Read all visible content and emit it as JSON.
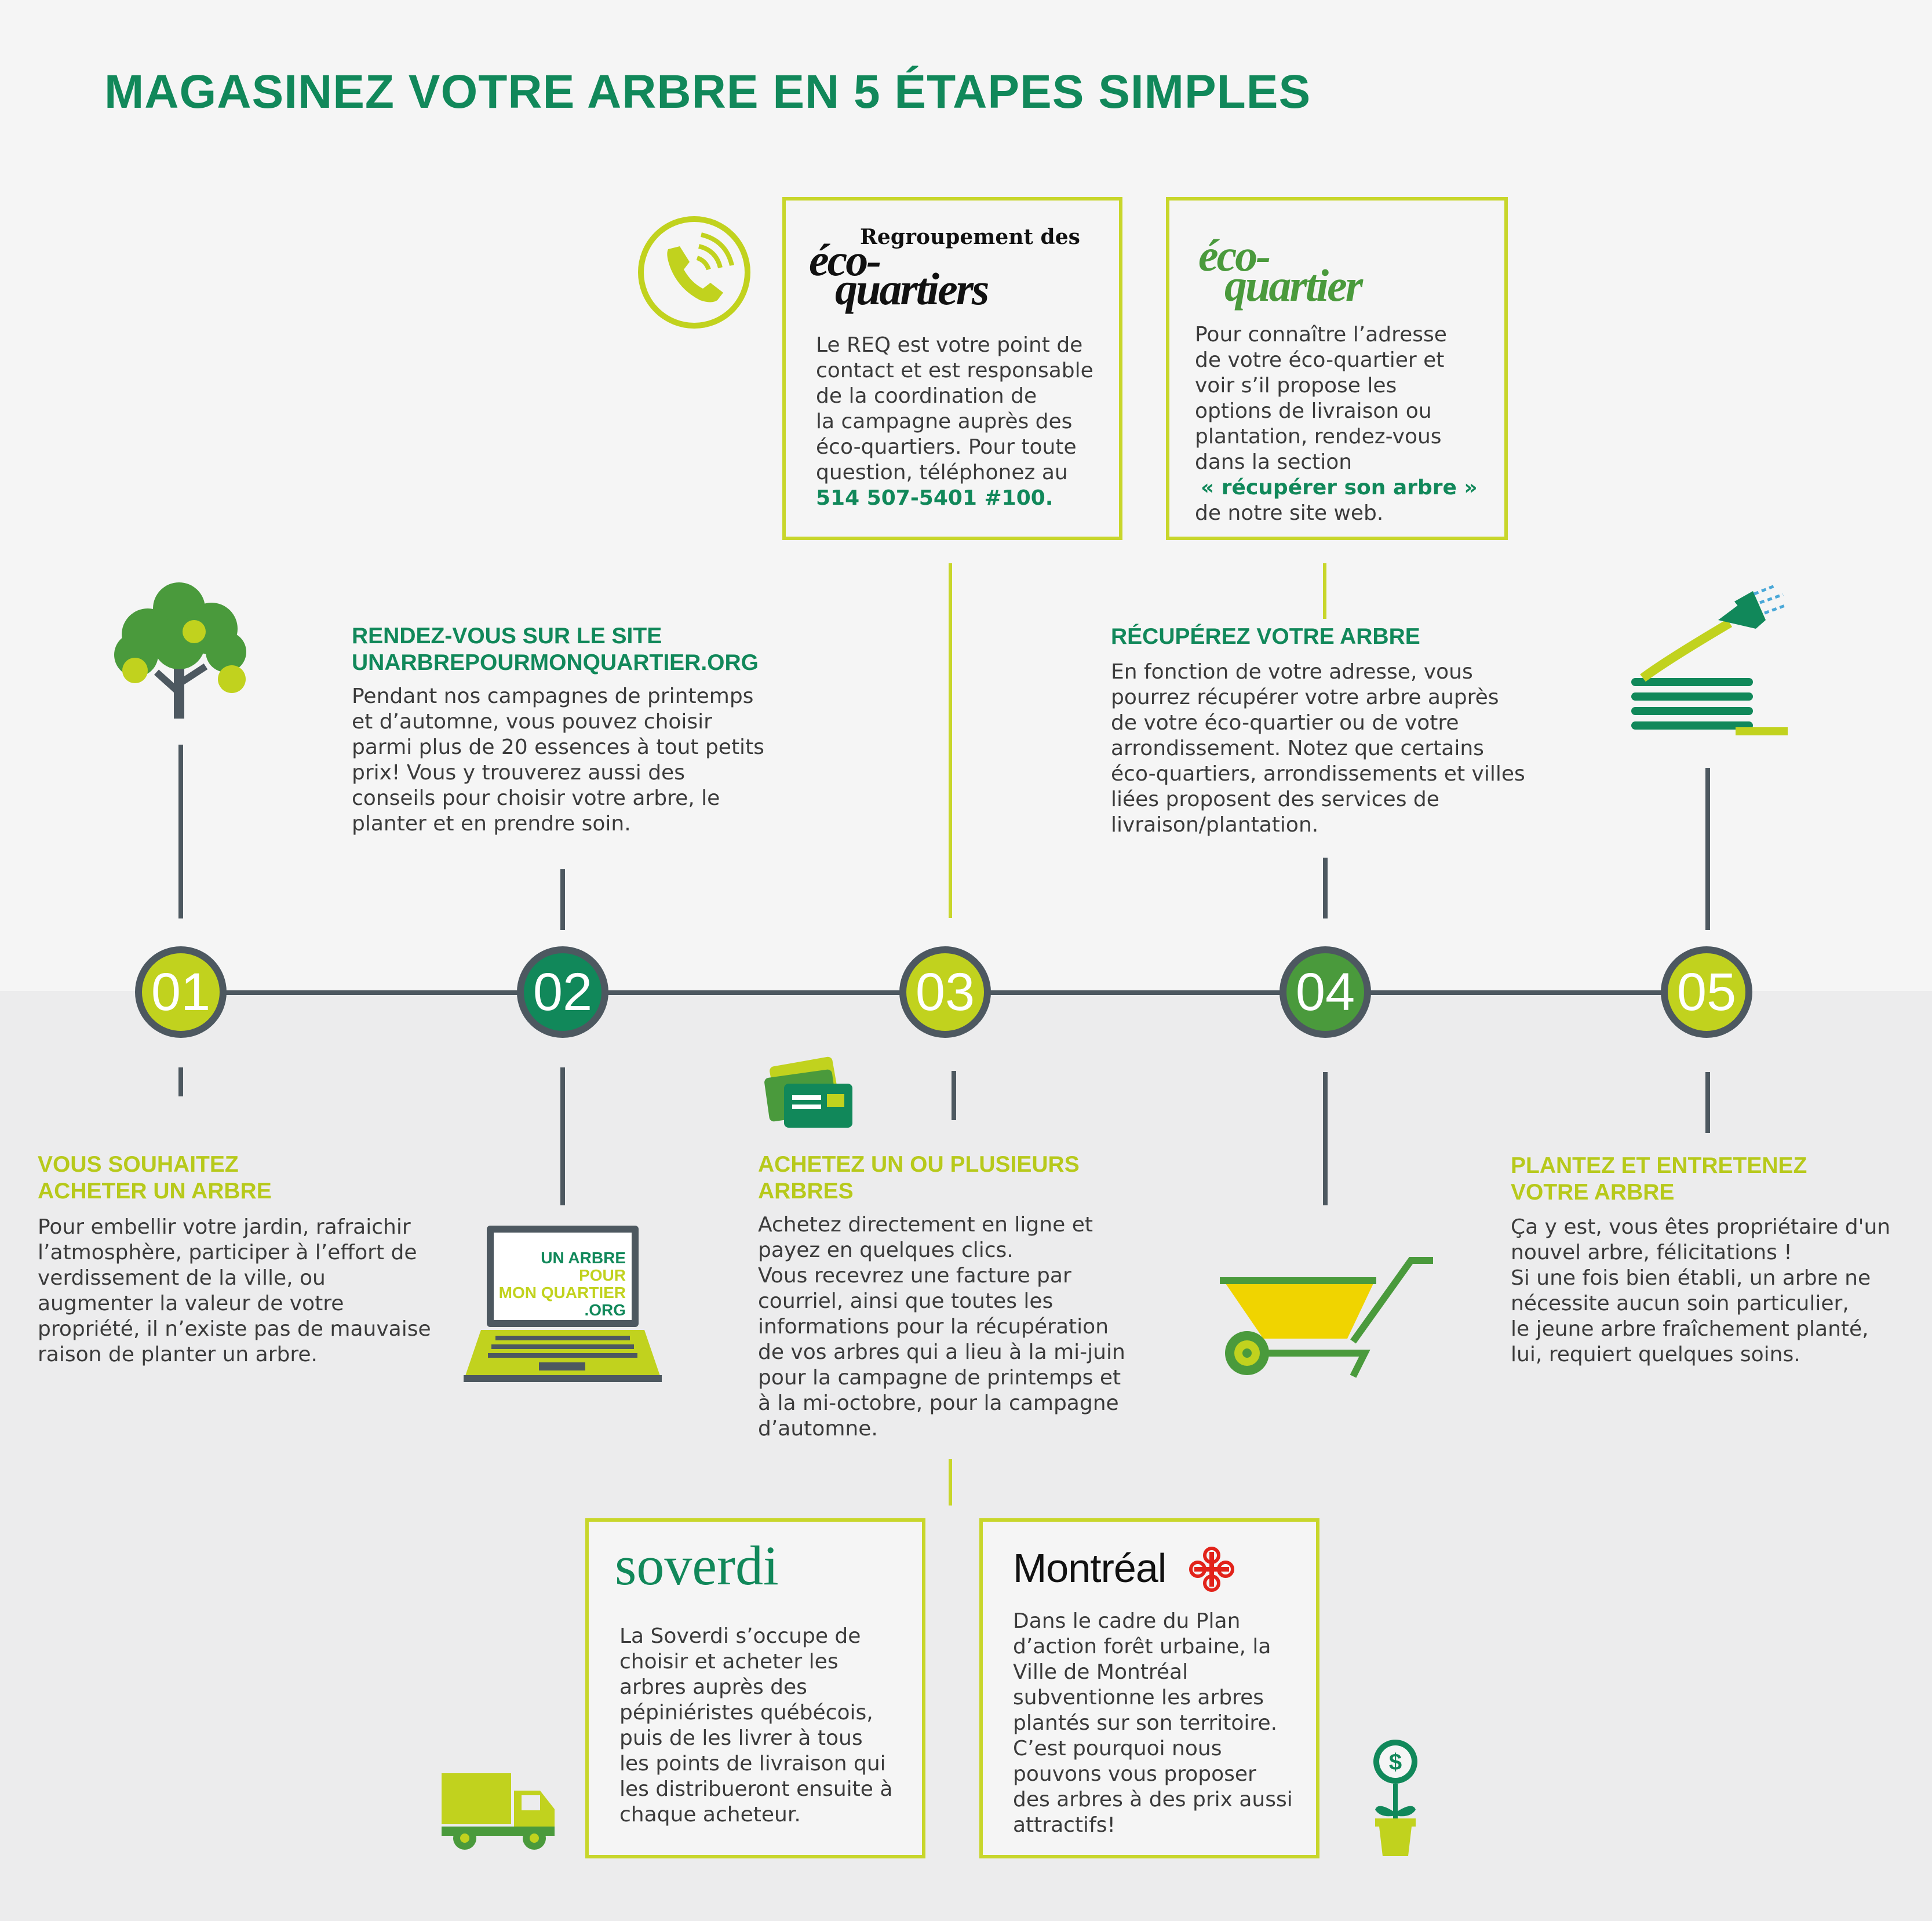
{
  "title": "MAGASINEZ VOTRE ARBRE EN 5 ÉTAPES SIMPLES",
  "colors": {
    "green": "#11885a",
    "lime": "#c1d21e",
    "slate": "#4d5860",
    "dark_green": "#4a9a3c"
  },
  "steps": [
    {
      "number": "01",
      "heading": [
        "VOUS SOUHAITEZ",
        "ACHETER UN ARBRE"
      ],
      "text": [
        "Pour embellir votre jardin, rafraichir",
        "l’atmosphère, participer à l’effort de",
        "verdissement de la ville, ou",
        "augmenter la valeur de votre",
        "propriété, il n’existe pas de mauvaise",
        "raison de planter un arbre."
      ],
      "icon": "apple-tree-icon"
    },
    {
      "number": "02",
      "heading": [
        "RENDEZ-VOUS SUR LE SITE",
        "UNARBREPOURMONQUARTIER.ORG"
      ],
      "text": [
        "Pendant nos campagnes de printemps",
        "et d’automne, vous pouvez choisir",
        "parmi plus de 20 essences à tout petits",
        "prix! Vous y trouverez aussi des",
        "conseils pour choisir votre arbre, le",
        "planter et en prendre soin."
      ],
      "icon": "laptop-icon",
      "laptop_screen": [
        "UN ARBRE",
        "POUR",
        "MON QUARTIER",
        ".ORG"
      ]
    },
    {
      "number": "03",
      "heading": [
        "ACHETEZ UN OU PLUSIEURS",
        "ARBRES"
      ],
      "text": [
        "Achetez directement en ligne et",
        "payez en quelques clics.",
        "Vous recevrez une facture par",
        "courriel, ainsi que toutes les",
        "informations pour la récupération",
        "de vos arbres qui a lieu à la mi-juin",
        "pour la campagne de printemps et",
        "à la mi-octobre, pour la campagne",
        "d’automne."
      ],
      "icon": "credit-cards-icon"
    },
    {
      "number": "04",
      "heading": [
        "RÉCUPÉREZ VOTRE ARBRE"
      ],
      "text": [
        "En fonction de votre adresse, vous",
        "pourrez récupérer votre arbre auprès",
        "de votre éco-quartier ou de votre",
        "arrondissement. Notez que certains",
        "éco-quartiers, arrondissements et villes",
        "liées proposent des services de",
        "livraison/plantation."
      ],
      "icon": "wheelbarrow-icon"
    },
    {
      "number": "05",
      "heading": [
        "PLANTEZ ET ENTRETENEZ",
        "VOTRE ARBRE"
      ],
      "text": [
        "Ça y est, vous êtes propriétaire d'un",
        "nouvel arbre, félicitations !",
        "Si une fois bien établi, un arbre ne",
        "nécessite aucun soin particulier,",
        "le jeune arbre fraîchement planté,",
        "lui, requiert quelques soins."
      ],
      "icon": "garden-hose-icon"
    }
  ],
  "partners": {
    "req": {
      "logo_line1": "Regroupement des",
      "logo_line2": "éco-",
      "logo_line3": "quartiers",
      "text": [
        "Le REQ est votre point de",
        "contact et est responsable",
        "de la coordination de",
        "la campagne auprès des",
        "éco-quartiers. Pour toute",
        "question, téléphonez au"
      ],
      "phone": "514 507-5401 #100.",
      "icon": "phone-icon"
    },
    "eco": {
      "logo_line1": "éco-",
      "logo_line2": "quartier",
      "text": [
        "Pour connaître l’adresse",
        "de votre éco-quartier et",
        "voir s’il propose les",
        "options de livraison ou",
        "plantation, rendez-vous",
        "dans la section"
      ],
      "link": "« récupérer son arbre »",
      "text_end": "de notre site web."
    },
    "soverdi": {
      "logo": "soverdi",
      "text": [
        "La Soverdi s’occupe de",
        "choisir et acheter les",
        "arbres auprès des",
        "pépiniéristes québécois,",
        "puis de les livrer à tous",
        "les points de livraison qui",
        "les distribueront ensuite à",
        "chaque acheteur."
      ],
      "icon": "truck-icon"
    },
    "montreal": {
      "logo": "Montréal",
      "text": [
        "Dans le cadre du Plan",
        "d’action forêt urbaine, la",
        "Ville de Montréal",
        "subventionne les arbres",
        "plantés sur son territoire.",
        "C’est pourquoi nous",
        "pouvons vous proposer",
        "des arbres à des prix aussi",
        "attractifs!"
      ],
      "icon": "money-plant-icon"
    }
  }
}
